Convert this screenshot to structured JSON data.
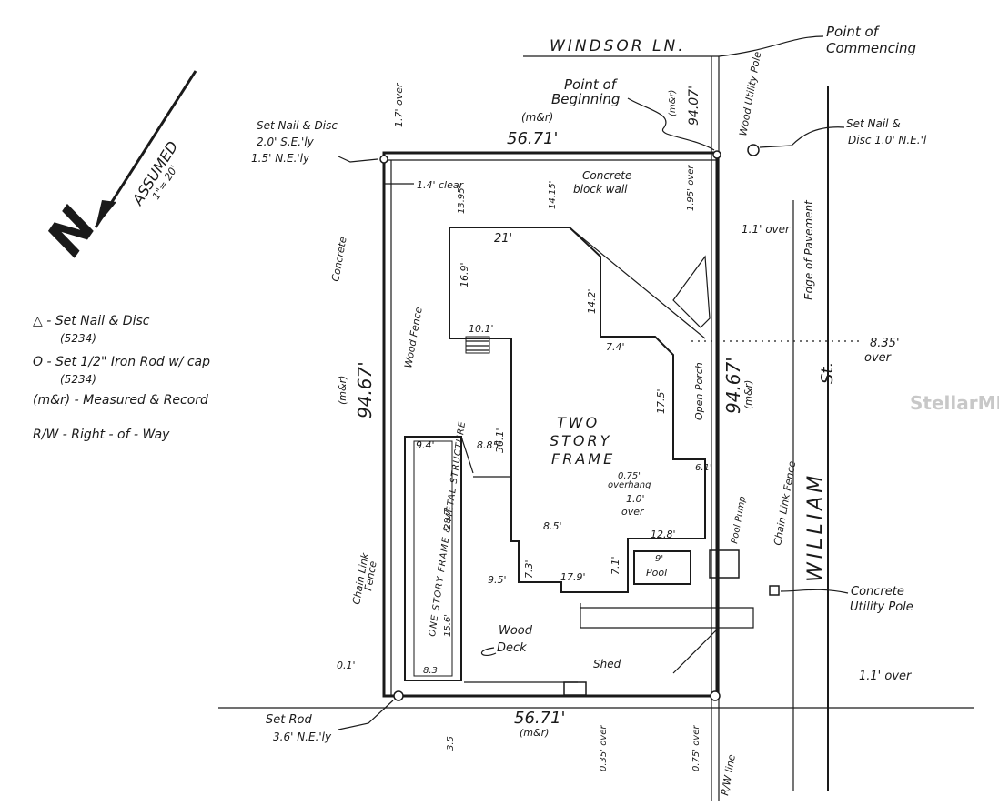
{
  "streets": {
    "north": "WINDSOR LN.",
    "east": "WILLIAM",
    "east_suffix": "St."
  },
  "north_arrow": {
    "label": "ASSUMED",
    "scale": "1\"= 20'"
  },
  "legend": {
    "nail_disc": "△ - Set Nail & Disc",
    "nail_disc_sub": "(5234)",
    "iron_rod": "O - Set 1/2\" Iron Rod w/ cap",
    "iron_rod_sub": "(5234)",
    "measured_record": "(m&r) - Measured & Record",
    "right_of_way": "R/W - Right - of - Way"
  },
  "points": {
    "commencing_1": "Point of",
    "commencing_2": "Commencing",
    "beginning_1": "Point of",
    "beginning_2": "Beginning"
  },
  "corners": {
    "nw_1": "Set Nail & Disc",
    "nw_2": "2.0' S.E.'ly",
    "nw_3": "1.5' N.E.'ly",
    "ne_1": "Set Nail &",
    "ne_2": "Disc 1.0' N.E.'l",
    "sw_1": "Set Rod",
    "sw_2": "3.6' N.E.'ly"
  },
  "boundary": {
    "north_dim": "56.71'",
    "north_tag": "(m&r)",
    "south_dim": "56.71'",
    "south_tag": "(m&r)",
    "east_dim": "94.67'",
    "east_tag": "(m&r)",
    "west_dim": "94.67'",
    "west_tag": "(m&r)",
    "top_east_dim": "94.07'",
    "top_east_tag": "(m&r)"
  },
  "notes": {
    "over_top": "1.7' over",
    "clear": "1.4' clear",
    "dim_1395": "13.95'",
    "dim_1415": "14.15'",
    "concrete_wall_1": "Concrete",
    "concrete_wall_2": "block wall",
    "over_195": "1.95' over",
    "over_11": "1.1' over",
    "edge_pavement": "Edge of Pavement",
    "over_835": "8.35'",
    "over_word": "over",
    "wood_utility_pole": "Wood Utility Pole",
    "concrete_left": "Concrete",
    "wood_fence": "Wood Fence",
    "chain_link_left_1": "Chain Link",
    "chain_link_left_2": "Fence",
    "chain_link_right": "Chain Link Fence",
    "overhang_1": "0.75'",
    "overhang_2": "overhang",
    "over_10a": "1.0'",
    "over_10b": "over",
    "pool_pump": "Pool Pump",
    "concrete_util_1": "Concrete",
    "concrete_util_2": "Utility Pole",
    "over_11_bottom": "1.1' over",
    "wood_deck_1": "Wood",
    "wood_deck_2": "Deck",
    "shed": "Shed",
    "over_035": "0.35' over",
    "over_075": "0.75' over",
    "dim_35": "3.5",
    "dim_01": "0.1'",
    "rw_line": "R/W line"
  },
  "house": {
    "label_1": "TWO",
    "label_2": "STORY",
    "label_3": "FRAME",
    "dim_21": "21'",
    "dim_169": "16.9'",
    "dim_101": "10.1'",
    "dim_74": "7.4'",
    "dim_142": "14.2'",
    "dim_175": "17.5'",
    "dim_361": "36.1'",
    "dim_885": "8.85'",
    "dim_85": "8.5'",
    "dim_95": "9.5'",
    "dim_73": "7.3'",
    "dim_179": "17.9'",
    "dim_71": "7.1'",
    "dim_128": "12.8'",
    "dim_61": "6.1'",
    "dim_90": "9'",
    "pool": "Pool",
    "open_porch": "Open Porch"
  },
  "shed_structure": {
    "dim_94": "9.4'",
    "dim_287": "28.7'",
    "dim_156": "15.6'",
    "dim_83": "8.3",
    "label": "ONE STORY FRAME & METAL STRUCTURE"
  },
  "watermark": "StellarMLS"
}
